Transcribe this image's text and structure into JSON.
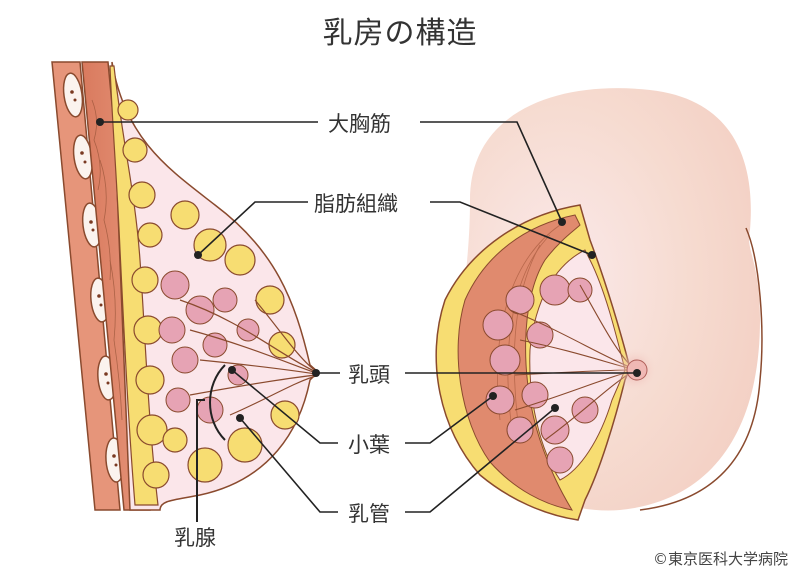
{
  "title": "乳房の構造",
  "labels": {
    "pectoralis_major": "大胸筋",
    "adipose_tissue": "脂肪組織",
    "nipple": "乳頭",
    "lobule": "小葉",
    "lactiferous_duct": "乳管",
    "mammary_gland": "乳腺"
  },
  "copyright": "©東京医科大学病院",
  "colors": {
    "muscle": "#e08a6e",
    "fat": "#f7dd72",
    "gland": "#e6a3b4",
    "stroma": "#fbe6ea",
    "skin": "#f7dcd2",
    "outline": "#8a4a2e",
    "leader": "#222222"
  }
}
